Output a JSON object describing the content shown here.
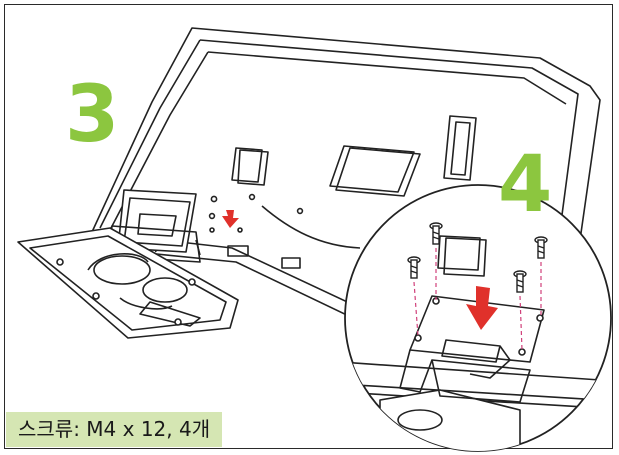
{
  "steps": {
    "step3": "3",
    "step4": "4"
  },
  "caption": "스크류: M4 x 12, 4개",
  "colors": {
    "accent_green": "#8cc63f",
    "caption_bg": "#d5e6b3",
    "arrow_red": "#e0312b",
    "screw_guide": "#d0407a"
  },
  "icons": [
    "down-arrow-icon",
    "screw-icon"
  ]
}
